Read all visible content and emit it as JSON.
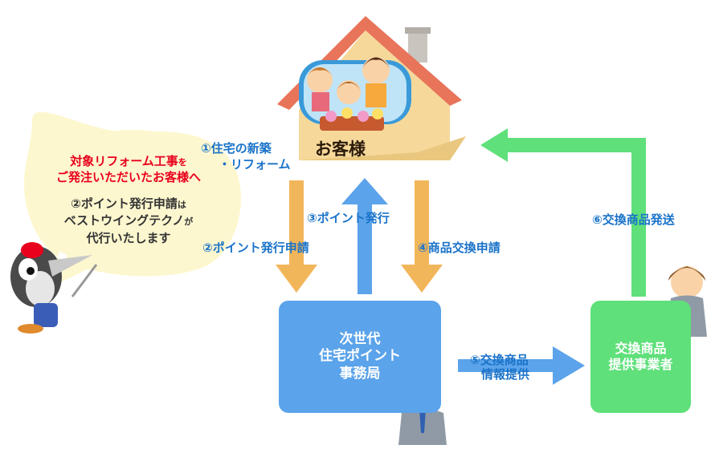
{
  "customer_label": "お客様",
  "office": {
    "lines": [
      "次世代",
      "住宅ポイント",
      "事務局"
    ]
  },
  "supplier": {
    "lines": [
      "交換商品",
      "提供事業者"
    ]
  },
  "steps": {
    "s1_line1": "①住宅の新築",
    "s1_line2": "・リフォーム",
    "s2": "②ポイント発行申請",
    "s3": "③ポイント発行",
    "s4": "④商品交換申請",
    "s5_line1": "⑤交換商品",
    "s5_line2": "情報提供",
    "s6": "⑥交換商品発送"
  },
  "bubble": {
    "line1_main": "対象リフォーム工事",
    "line1_small": "を",
    "line2": "ご発注いただいたお客様へ",
    "line3_main": "②ポイント発行申請",
    "line3_small": "は",
    "line4_main": "ベストウイングテクノ",
    "line4_small": "が",
    "line5": "代行いたします"
  },
  "colors": {
    "orange_arrow": "#f2b65a",
    "blue_arrow": "#5ba3ea",
    "green_arrow": "#5fe07a",
    "office_box": "#5ba3ea",
    "supplier_box": "#5fe07a",
    "step_text": "#1a73c9",
    "red_text": "#e8001c"
  }
}
